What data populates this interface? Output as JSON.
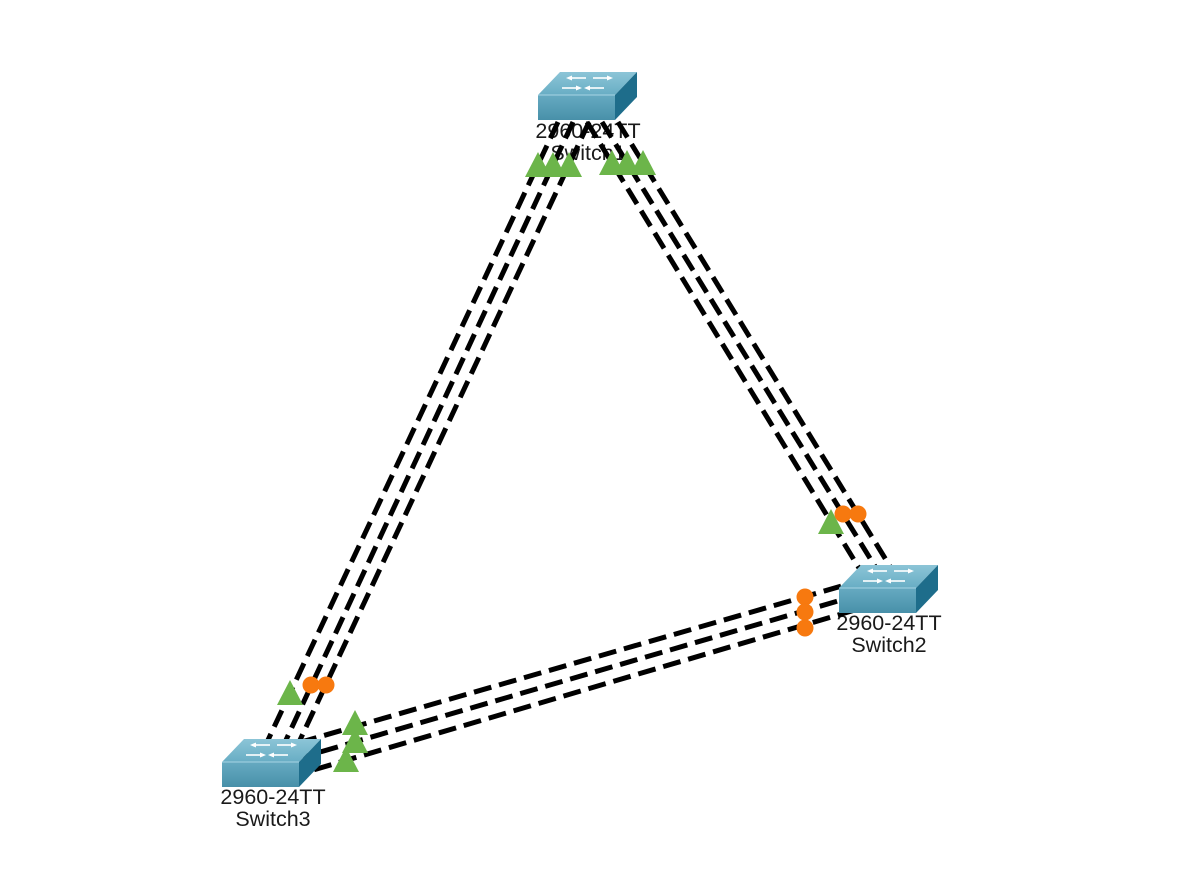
{
  "devices": [
    {
      "model": "2960-24TT",
      "name": "Switch1"
    },
    {
      "model": "2960-24TT",
      "name": "Switch2"
    },
    {
      "model": "2960-24TT",
      "name": "Switch3"
    }
  ],
  "links": [
    {
      "from": 0,
      "to": 2,
      "cables": 3,
      "from_ports": [
        "green-triangle-icon",
        "green-triangle-icon",
        "green-triangle-icon"
      ],
      "to_ports": [
        "green-triangle-icon",
        "orange-circle-icon",
        "orange-circle-icon"
      ]
    },
    {
      "from": 0,
      "to": 1,
      "cables": 3,
      "from_ports": [
        "green-triangle-icon",
        "green-triangle-icon",
        "green-triangle-icon"
      ],
      "to_ports": [
        "green-triangle-icon",
        "orange-circle-icon",
        "orange-circle-icon"
      ]
    },
    {
      "from": 1,
      "to": 2,
      "cables": 3,
      "from_ports": [
        "orange-circle-icon",
        "orange-circle-icon",
        "orange-circle-icon"
      ],
      "to_ports": [
        "green-triangle-icon",
        "green-triangle-icon",
        "green-triangle-icon"
      ]
    }
  ],
  "colors": {
    "background": "#ffffff",
    "cable": "#000000",
    "green_marker": "#6cb54a",
    "orange_marker": "#f7790f",
    "label_text": "#1a1a1a"
  }
}
